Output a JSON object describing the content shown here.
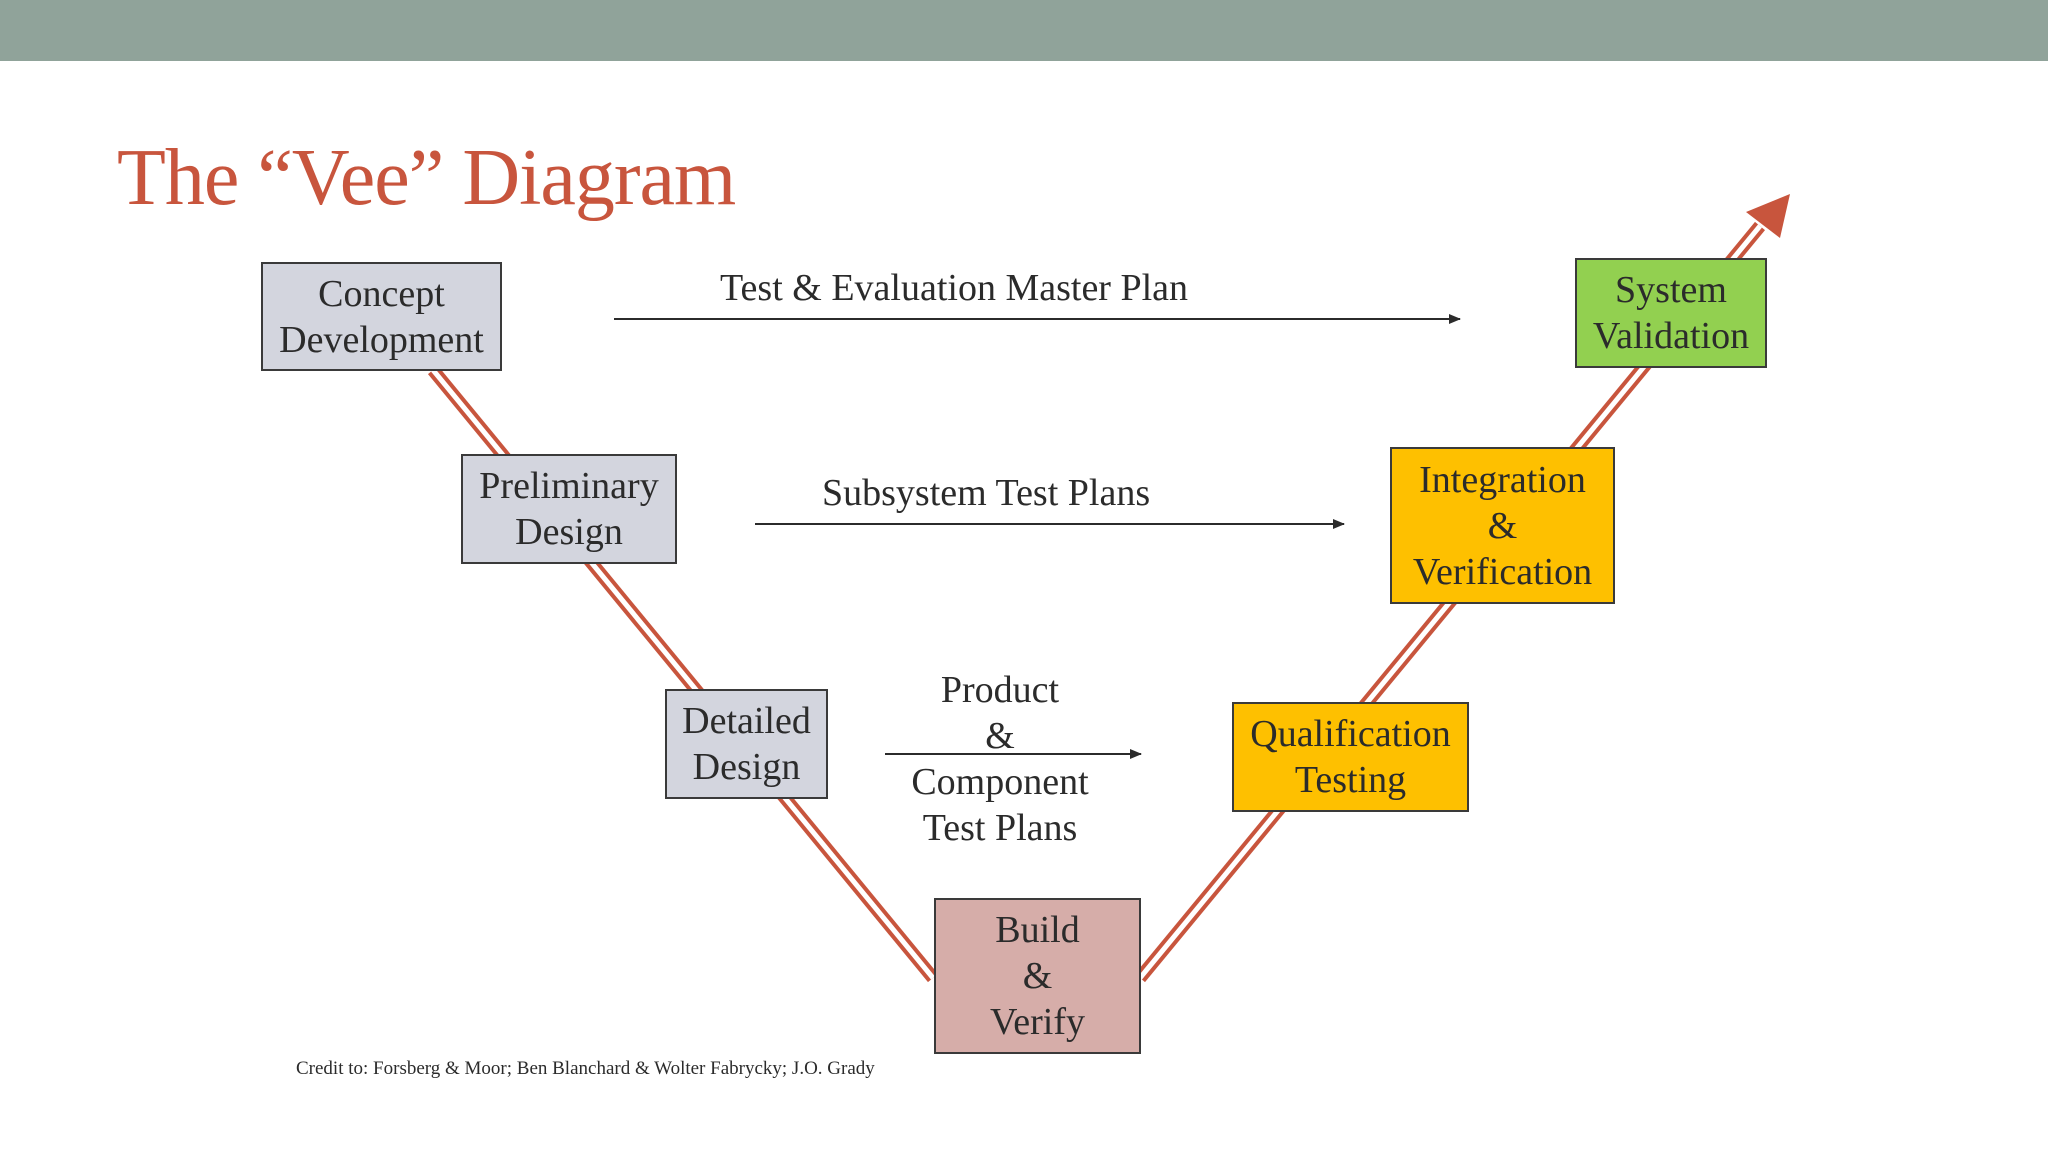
{
  "slide": {
    "title": "The “Vee” Diagram",
    "credit": "Credit to: Forsberg & Moor; Ben Blanchard & Wolter Fabrycky; J.O. Grady"
  },
  "colors": {
    "header_band": "#90a39a",
    "title": "#c8553d",
    "vee_line": "#c8553d",
    "box_design": "#d3d5de",
    "box_build": "#d6ada9",
    "box_test": "#fec000",
    "box_validation": "#92d050",
    "arrow": "#2b2b2b"
  },
  "boxes": {
    "concept": {
      "line1": "Concept",
      "line2": "Development"
    },
    "preliminary": {
      "line1": "Preliminary",
      "line2": "Design"
    },
    "detailed": {
      "line1": "Detailed",
      "line2": "Design"
    },
    "build": {
      "line1": "Build",
      "line2": "&",
      "line3": "Verify"
    },
    "qualification": {
      "line1": "Qualification",
      "line2": "Testing"
    },
    "integration": {
      "line1": "Integration",
      "line2": "&",
      "line3": "Verification"
    },
    "validation": {
      "line1": "System",
      "line2": "Validation"
    }
  },
  "plans": {
    "master": "Test & Evaluation Master Plan",
    "subsystem": "Subsystem Test Plans",
    "component": {
      "line1": "Product",
      "line2": "&",
      "line3": "Component",
      "line4": "Test Plans"
    }
  }
}
